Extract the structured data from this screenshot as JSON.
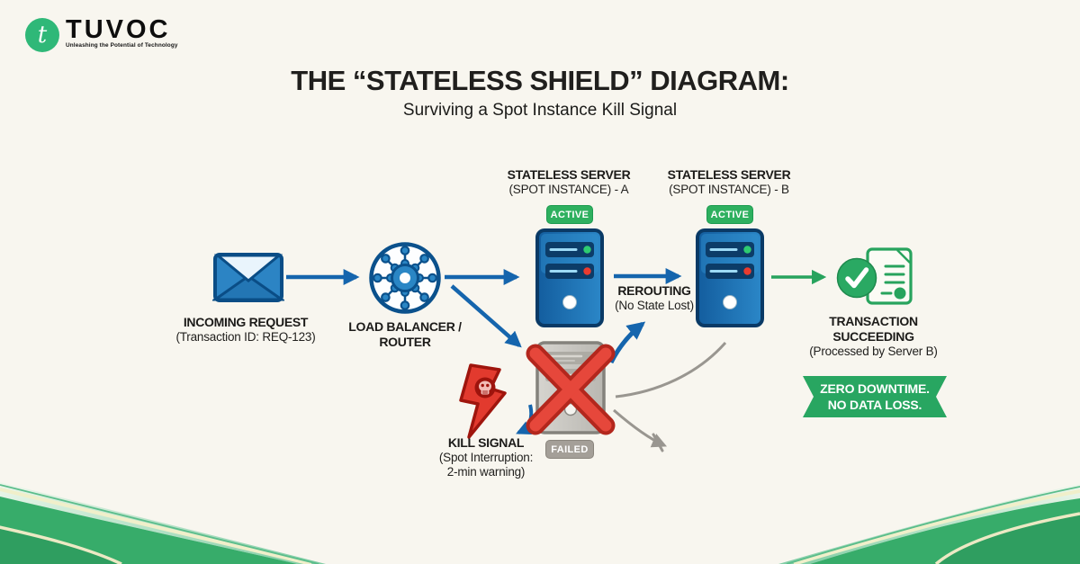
{
  "header": {
    "logo_letter": "t",
    "brand": "TUVOC",
    "tagline": "Unleashing the Potential of Technology"
  },
  "title": "THE “STATELESS SHIELD” DIAGRAM:",
  "subtitle": "Surviving a Spot Instance Kill Signal",
  "nodes": {
    "incoming": {
      "label": "INCOMING REQUEST",
      "sub": "(Transaction ID: REQ-123)"
    },
    "balancer": {
      "label1": "LOAD BALANCER /",
      "label2": "ROUTER"
    },
    "serverA": {
      "label": "STATELESS SERVER",
      "sub": "(SPOT INSTANCE) - A",
      "badge": "ACTIVE"
    },
    "serverB": {
      "label": "STATELESS SERVER",
      "sub": "(SPOT INSTANCE) - B",
      "badge": "ACTIVE"
    },
    "rerouting": {
      "label": "REROUTING",
      "sub": "(No State Lost)"
    },
    "failed": {
      "badge": "FAILED"
    },
    "kill": {
      "label": "KILL SIGNAL",
      "sub1": "(Spot Interruption:",
      "sub2": "2-min warning)"
    },
    "success": {
      "label1": "TRANSACTION",
      "label2": "SUCCEEDING",
      "sub": "(Processed by Server B)"
    },
    "ribbon": {
      "line1": "ZERO DOWNTIME.",
      "line2": "NO DATA LOSS."
    }
  },
  "colors": {
    "background": "#f8f6ef",
    "arrow_blue": "#1565ad",
    "navy": "#0a4d86",
    "green": "#27a35d",
    "badge_green": "#2eb05f",
    "ribbon_green": "#28a661",
    "red": "#e23a2e",
    "gray": "#999690",
    "logo_green": "#2fb878"
  }
}
